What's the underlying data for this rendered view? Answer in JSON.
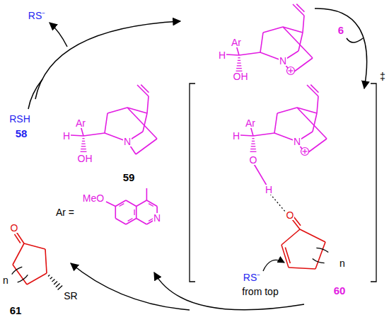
{
  "diagram": {
    "labels": [
      "RS⁻",
      "Ar",
      "H",
      "N",
      "OH",
      "6",
      "‡",
      "RSH",
      "58",
      "Ar",
      "H",
      "N",
      "OH",
      "59",
      "Ar",
      "H",
      "N",
      "O",
      "H",
      "MeO",
      "Ar =",
      "N",
      "O",
      "n",
      "O",
      "RS⁻",
      "from top",
      "60",
      "n",
      "SR",
      "61"
    ]
  }
}
